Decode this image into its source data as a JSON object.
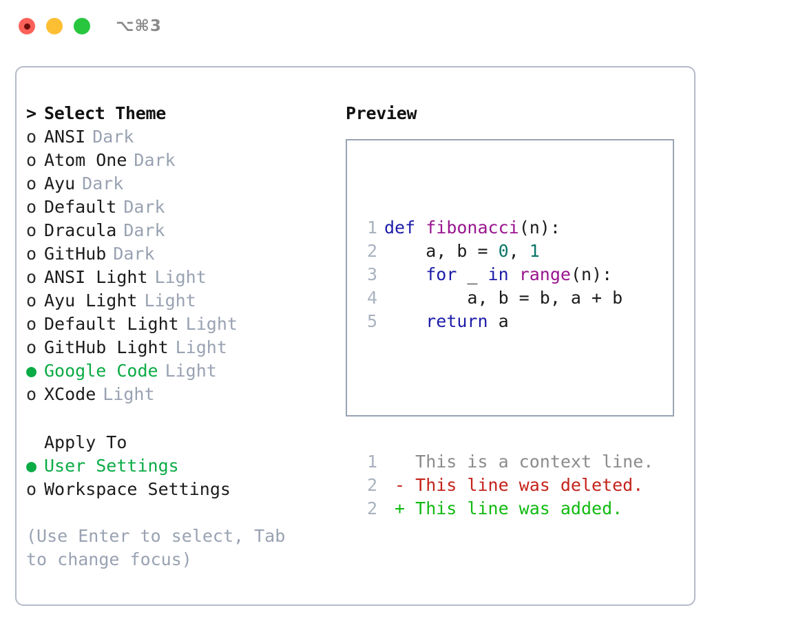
{
  "window": {
    "shortcut": "⌥⌘3",
    "traffic_lights": [
      {
        "name": "close",
        "color": "#fb6159"
      },
      {
        "name": "minimize",
        "color": "#fcbe33"
      },
      {
        "name": "maximize",
        "color": "#28c63f"
      }
    ]
  },
  "theme_picker": {
    "prompt_marker": ">",
    "title": "Select Theme",
    "unselected_marker": "o",
    "selected_marker": "●",
    "items": [
      {
        "label": "ANSI",
        "variant": "Dark",
        "selected": false
      },
      {
        "label": "Atom One",
        "variant": "Dark",
        "selected": false
      },
      {
        "label": "Ayu",
        "variant": "Dark",
        "selected": false
      },
      {
        "label": "Default",
        "variant": "Dark",
        "selected": false
      },
      {
        "label": "Dracula",
        "variant": "Dark",
        "selected": false
      },
      {
        "label": "GitHub",
        "variant": "Dark",
        "selected": false
      },
      {
        "label": "ANSI Light",
        "variant": "Light",
        "selected": false
      },
      {
        "label": "Ayu Light",
        "variant": "Light",
        "selected": false
      },
      {
        "label": "Default Light",
        "variant": "Light",
        "selected": false
      },
      {
        "label": "GitHub Light",
        "variant": "Light",
        "selected": false
      },
      {
        "label": "Google Code",
        "variant": "Light",
        "selected": true
      },
      {
        "label": "XCode",
        "variant": "Light",
        "selected": false
      }
    ]
  },
  "apply_to": {
    "title": "Apply To",
    "options": [
      {
        "label": "User Settings",
        "selected": true
      },
      {
        "label": "Workspace Settings",
        "selected": false
      }
    ]
  },
  "hint": "(Use Enter to select, Tab to change focus)",
  "preview": {
    "title": "Preview",
    "code_lines": [
      {
        "number": "1",
        "tokens": [
          {
            "text": "def ",
            "kind": "kw"
          },
          {
            "text": "fibonacci",
            "kind": "fn"
          },
          {
            "text": "(n):",
            "kind": "plain"
          }
        ]
      },
      {
        "number": "2",
        "tokens": [
          {
            "text": "    a, b = ",
            "kind": "plain"
          },
          {
            "text": "0",
            "kind": "num"
          },
          {
            "text": ", ",
            "kind": "plain"
          },
          {
            "text": "1",
            "kind": "num"
          }
        ]
      },
      {
        "number": "3",
        "tokens": [
          {
            "text": "    ",
            "kind": "plain"
          },
          {
            "text": "for",
            "kind": "kw"
          },
          {
            "text": " _ ",
            "kind": "plain"
          },
          {
            "text": "in",
            "kind": "kw"
          },
          {
            "text": " ",
            "kind": "plain"
          },
          {
            "text": "range",
            "kind": "fn"
          },
          {
            "text": "(n):",
            "kind": "plain"
          }
        ]
      },
      {
        "number": "4",
        "tokens": [
          {
            "text": "        a, b = b, a + b",
            "kind": "plain"
          }
        ]
      },
      {
        "number": "5",
        "tokens": [
          {
            "text": "    ",
            "kind": "plain"
          },
          {
            "text": "return",
            "kind": "kw"
          },
          {
            "text": " a",
            "kind": "plain"
          }
        ]
      }
    ],
    "diff_lines": [
      {
        "number": "1",
        "sign": " ",
        "text": "This is a context line.",
        "kind": "ctx"
      },
      {
        "number": "2",
        "sign": "-",
        "text": "This line was deleted.",
        "kind": "del"
      },
      {
        "number": "2",
        "sign": "+",
        "text": "This line was added.",
        "kind": "add"
      }
    ]
  },
  "colors": {
    "accent_green": "#0bab45",
    "diff_add": "#11ba11",
    "diff_delete": "#c4231a",
    "muted": "#99a2b2",
    "keyword": "#1c1ca8",
    "function": "#99158f",
    "number": "#0a7568",
    "border": "#b3bac7"
  }
}
